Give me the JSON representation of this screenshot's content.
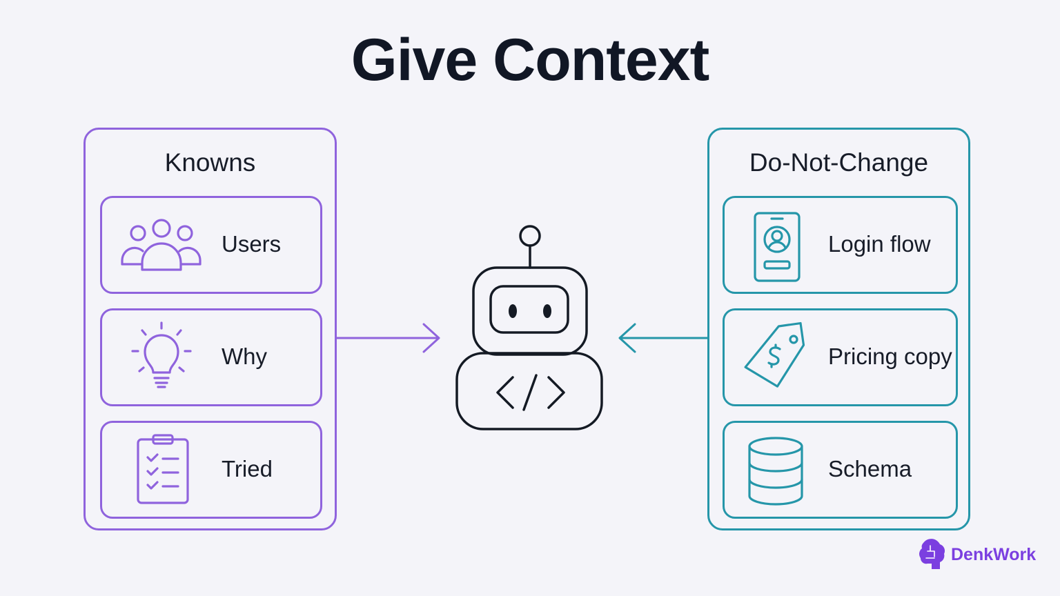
{
  "title": "Give Context",
  "knowns": {
    "heading": "Knowns",
    "items": [
      {
        "label": "Users",
        "icon": "users-icon"
      },
      {
        "label": "Why",
        "icon": "lightbulb-icon"
      },
      {
        "label": "Tried",
        "icon": "checklist-icon"
      }
    ]
  },
  "do_not_change": {
    "heading": "Do-Not-Change",
    "items": [
      {
        "label": "Login flow",
        "icon": "login-phone-icon"
      },
      {
        "label": "Pricing copy",
        "icon": "price-tag-icon"
      },
      {
        "label": "Schema",
        "icon": "database-icon"
      }
    ]
  },
  "center": {
    "icon": "robot-code-icon"
  },
  "brand": {
    "name": "DenkWork",
    "icon": "brain-puzzle-icon"
  },
  "colors": {
    "background": "#f4f4f9",
    "purple": "#8f63dd",
    "teal": "#2596a9",
    "text": "#141a24",
    "brand": "#7b3fe0"
  }
}
